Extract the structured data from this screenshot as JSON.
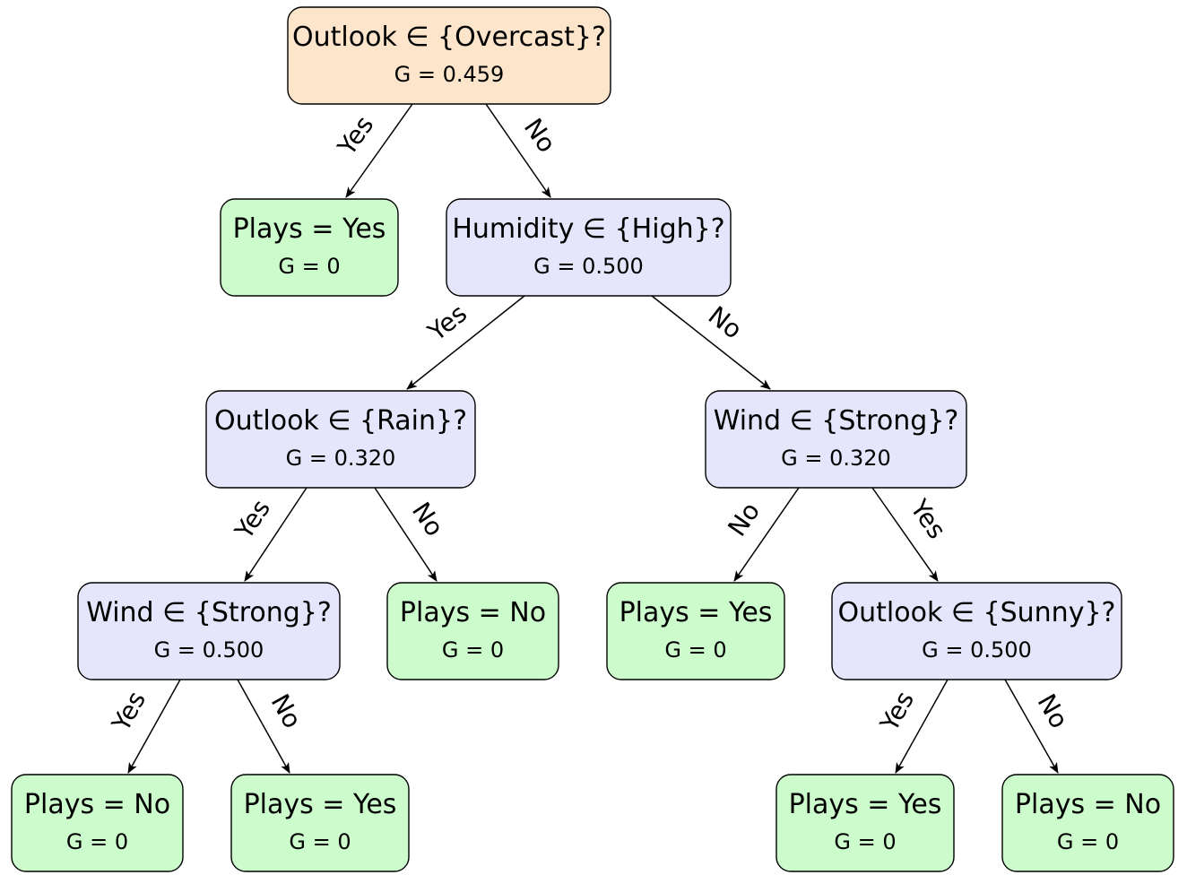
{
  "colors": {
    "root": "#fde5cc",
    "internal": "#e5e5fc",
    "leaf": "#ccfccc",
    "stroke": "#000000"
  },
  "nodes": [
    {
      "id": "root",
      "kind": "root",
      "title": "Outlook ∈ {Overcast}?",
      "gini": "G = 0.459"
    },
    {
      "id": "leaf-1",
      "kind": "leaf",
      "title": "Plays = Yes",
      "gini": "G = 0"
    },
    {
      "id": "humidity",
      "kind": "internal",
      "title": "Humidity ∈ {High}?",
      "gini": "G = 0.500"
    },
    {
      "id": "outlook-rain",
      "kind": "internal",
      "title": "Outlook ∈ {Rain}?",
      "gini": "G = 0.320"
    },
    {
      "id": "wind-strong-right",
      "kind": "internal",
      "title": "Wind ∈ {Strong}?",
      "gini": "G = 0.320"
    },
    {
      "id": "wind-strong-left",
      "kind": "internal",
      "title": "Wind ∈ {Strong}?",
      "gini": "G = 0.500"
    },
    {
      "id": "leaf-2",
      "kind": "leaf",
      "title": "Plays = No",
      "gini": "G = 0"
    },
    {
      "id": "leaf-3",
      "kind": "leaf",
      "title": "Plays = Yes",
      "gini": "G = 0"
    },
    {
      "id": "outlook-sunny",
      "kind": "internal",
      "title": "Outlook ∈ {Sunny}?",
      "gini": "G = 0.500"
    },
    {
      "id": "leaf-4",
      "kind": "leaf",
      "title": "Plays = No",
      "gini": "G = 0"
    },
    {
      "id": "leaf-5",
      "kind": "leaf",
      "title": "Plays = Yes",
      "gini": "G = 0"
    },
    {
      "id": "leaf-6",
      "kind": "leaf",
      "title": "Plays = Yes",
      "gini": "G = 0"
    },
    {
      "id": "leaf-7",
      "kind": "leaf",
      "title": "Plays = No",
      "gini": "G = 0"
    }
  ],
  "edges": [
    {
      "id": "e1",
      "from": "root",
      "to": "leaf-1",
      "label": "Yes"
    },
    {
      "id": "e2",
      "from": "root",
      "to": "humidity",
      "label": "No"
    },
    {
      "id": "e3",
      "from": "humidity",
      "to": "outlook-rain",
      "label": "Yes"
    },
    {
      "id": "e4",
      "from": "humidity",
      "to": "wind-strong-right",
      "label": "No"
    },
    {
      "id": "e5",
      "from": "outlook-rain",
      "to": "wind-strong-left",
      "label": "Yes"
    },
    {
      "id": "e6",
      "from": "outlook-rain",
      "to": "leaf-2",
      "label": "No"
    },
    {
      "id": "e7",
      "from": "wind-strong-right",
      "to": "leaf-3",
      "label": "No"
    },
    {
      "id": "e8",
      "from": "wind-strong-right",
      "to": "outlook-sunny",
      "label": "Yes"
    },
    {
      "id": "e9",
      "from": "wind-strong-left",
      "to": "leaf-4",
      "label": "Yes"
    },
    {
      "id": "e10",
      "from": "wind-strong-left",
      "to": "leaf-5",
      "label": "No"
    },
    {
      "id": "e11",
      "from": "outlook-sunny",
      "to": "leaf-6",
      "label": "Yes"
    },
    {
      "id": "e12",
      "from": "outlook-sunny",
      "to": "leaf-7",
      "label": "No"
    }
  ]
}
